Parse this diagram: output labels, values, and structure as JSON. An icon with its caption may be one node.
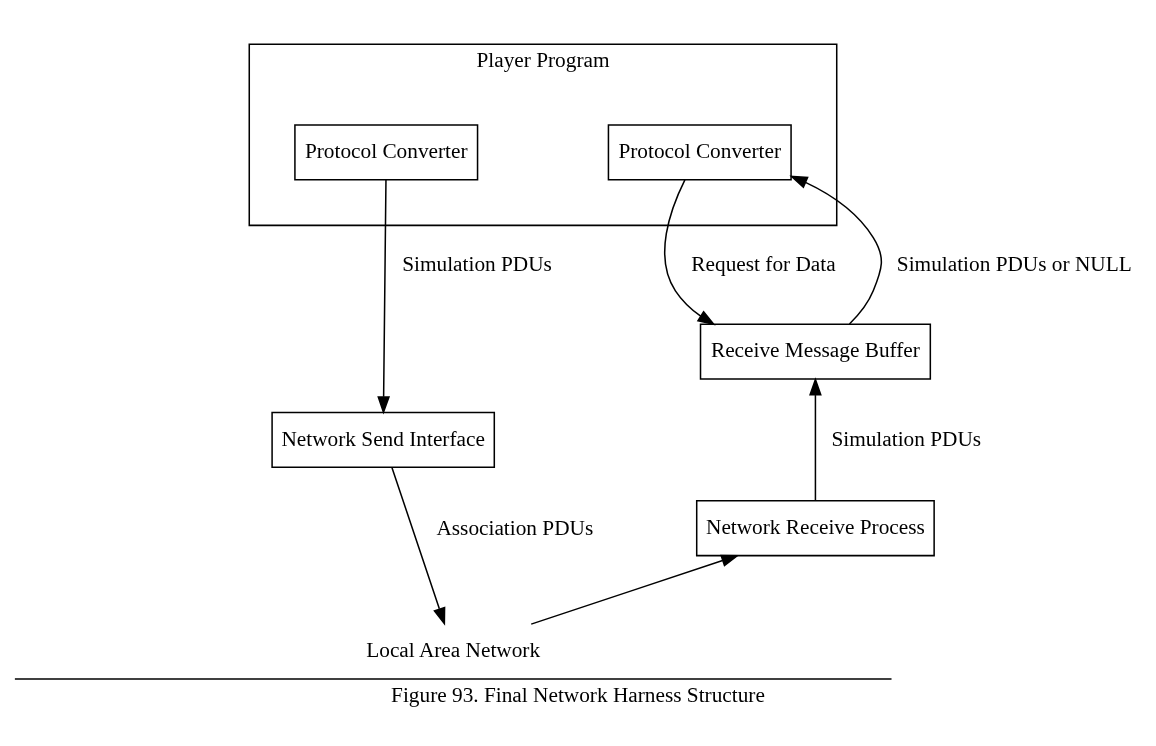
{
  "diagram": {
    "caption": "Figure 93. Final Network Harness Structure",
    "nodes": [
      {
        "text": [
          "Player Program"
        ]
      },
      {
        "text": [
          "Protocol Converter"
        ],
        "in": 0
      },
      {
        "text": [
          "Protocol Converter"
        ],
        "in": 0
      },
      {
        "text": [
          "Network Send Interface"
        ]
      },
      {
        "text": [
          "Receive Message Buffer"
        ]
      },
      {
        "text": [
          "Network Receive Process"
        ]
      },
      {
        "text": [
          "Local Area Network"
        ]
      }
    ],
    "edges": [
      {
        "from": 1,
        "to": 3,
        "arrow": "to",
        "label": "Simulation PDUs"
      },
      {
        "from": 2,
        "to": 4,
        "arrow": "to",
        "label": "Request for Data"
      },
      {
        "from": 4,
        "to": 2,
        "arrow": "to",
        "label": "Simulation PDUs or NULL"
      },
      {
        "from": 5,
        "to": 4,
        "arrow": "to",
        "label": "Simulation PDUs"
      },
      {
        "from": 3,
        "to": 6,
        "arrow": "to",
        "label": "Association PDUs"
      },
      {
        "from": 6,
        "to": 5,
        "arrow": "to"
      }
    ]
  }
}
